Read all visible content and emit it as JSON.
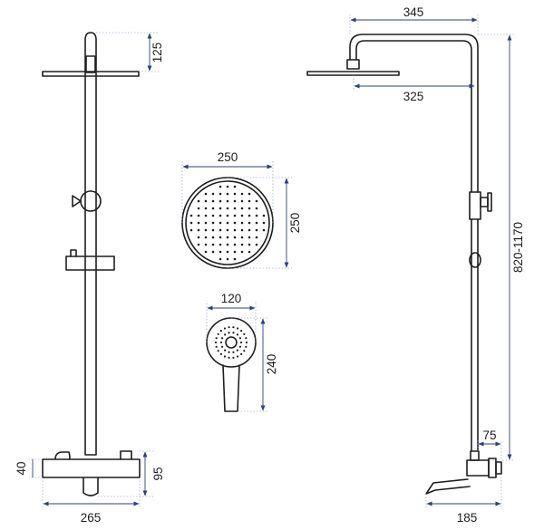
{
  "dimensions": {
    "overhead_height": "125",
    "overhead_arm_length": "345",
    "head_offset": "325",
    "head_diameter_width": "250",
    "head_diameter_height": "250",
    "hand_width": "120",
    "hand_length": "240",
    "column_height": "820-1170",
    "valve_height_a": "40",
    "valve_height_b": "95",
    "mixer_width": "265",
    "spout_reach_top": "75",
    "spout_reach": "185"
  },
  "colors": {
    "line": "#1e1e1e",
    "dimension": "#2f3f7e"
  }
}
